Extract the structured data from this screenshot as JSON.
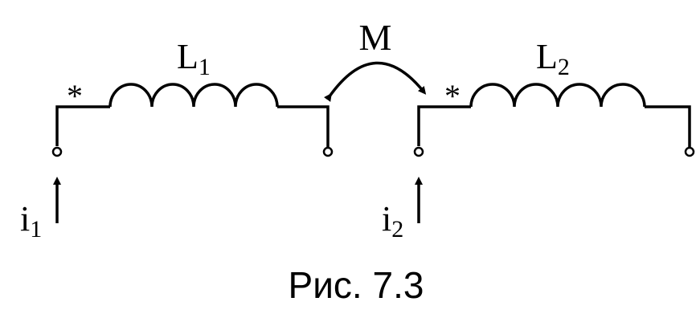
{
  "diagram": {
    "mutual": {
      "label": "M"
    },
    "coil1": {
      "symbol": "L",
      "subscript": "1",
      "dot_mark": "*"
    },
    "coil2": {
      "symbol": "L",
      "subscript": "2",
      "dot_mark": "*"
    },
    "current1": {
      "symbol": "i",
      "subscript": "1"
    },
    "current2": {
      "symbol": "i",
      "subscript": "2"
    },
    "caption": "Рис. 7.3"
  }
}
